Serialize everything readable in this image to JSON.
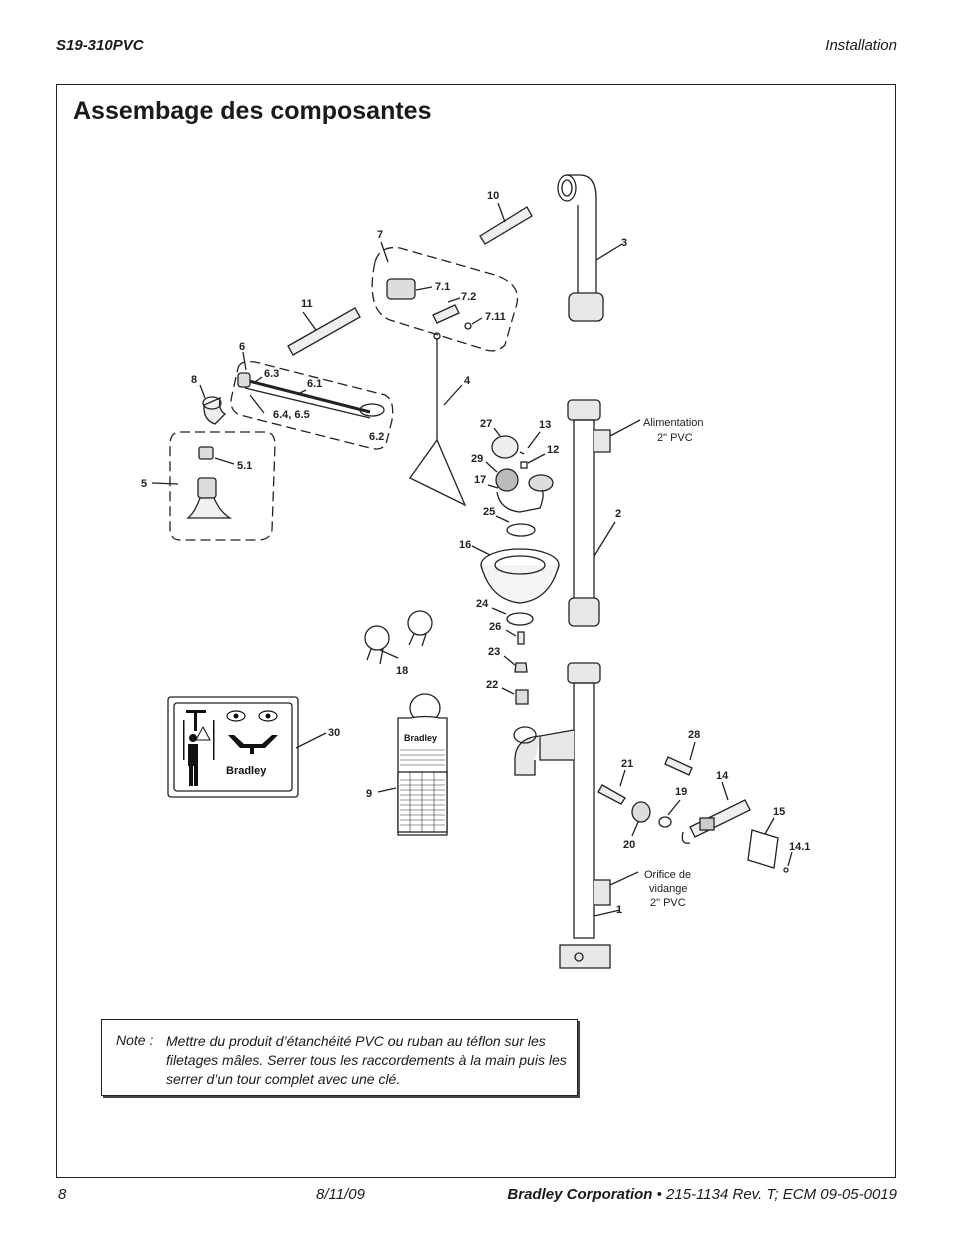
{
  "header": {
    "model": "S19-310PVC",
    "section": "Installation"
  },
  "title": "Assembage des composantes",
  "labels": {
    "p1": "1",
    "p2": "2",
    "p3": "3",
    "p4": "4",
    "p5": "5",
    "p5_1": "5.1",
    "p6": "6",
    "p6_1": "6.1",
    "p6_2": "6.2",
    "p6_3": "6.3",
    "p6_45": "6.4, 6.5",
    "p7": "7",
    "p7_1": "7.1",
    "p7_2": "7.2",
    "p7_11": "7.11",
    "p8": "8",
    "p9": "9",
    "p10": "10",
    "p11": "11",
    "p12": "12",
    "p13": "13",
    "p14": "14",
    "p14_1": "14.1",
    "p15": "15",
    "p16": "16",
    "p17": "17",
    "p18": "18",
    "p19": "19",
    "p20": "20",
    "p21": "21",
    "p22": "22",
    "p23": "23",
    "p24": "24",
    "p25": "25",
    "p26": "26",
    "p27": "27",
    "p28": "28",
    "p29": "29",
    "p30": "30"
  },
  "annotations": {
    "supply_l1": "Alimentation",
    "supply_l2": "2\" PVC",
    "drain_l1": "Orifice de",
    "drain_l2": "vidange",
    "drain_l3": "2\" PVC"
  },
  "sign_brand": "Bradley",
  "note": {
    "label": "Note :",
    "text": "Mettre du produit d’étanchéité PVC ou ruban au téflon sur les filetages mâles. Serrer tous les raccordements à la main puis les serrer d’un tour complet avec une clé."
  },
  "footer": {
    "page": "8",
    "date": "8/11/09",
    "company": "Bradley Corporation",
    "doc": " • 215-1134 Rev. T; ECM 09-05-0019"
  }
}
